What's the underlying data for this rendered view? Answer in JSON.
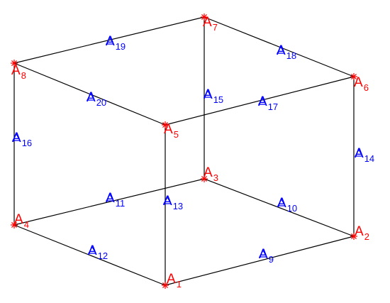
{
  "colors": {
    "edge": "#000000",
    "vertex": "#ff0000",
    "midpoint": "#0000ff"
  },
  "vertex_marker_icon": "asterisk-icon",
  "midpoint_marker_icon": "triangle-icon",
  "vertices": [
    {
      "letter": "A",
      "index": "1"
    },
    {
      "letter": "A",
      "index": "2"
    },
    {
      "letter": "A",
      "index": "3"
    },
    {
      "letter": "A",
      "index": "4"
    },
    {
      "letter": "A",
      "index": "5"
    },
    {
      "letter": "A",
      "index": "6"
    },
    {
      "letter": "A",
      "index": "7"
    },
    {
      "letter": "A",
      "index": "8"
    }
  ],
  "midpoints": [
    {
      "letter": "A",
      "index": "9"
    },
    {
      "letter": "A",
      "index": "10"
    },
    {
      "letter": "A",
      "index": "11"
    },
    {
      "letter": "A",
      "index": "12"
    },
    {
      "letter": "A",
      "index": "13"
    },
    {
      "letter": "A",
      "index": "14"
    },
    {
      "letter": "A",
      "index": "15"
    },
    {
      "letter": "A",
      "index": "16"
    },
    {
      "letter": "A",
      "index": "17"
    },
    {
      "letter": "A",
      "index": "18"
    },
    {
      "letter": "A",
      "index": "19"
    },
    {
      "letter": "A",
      "index": "20"
    }
  ]
}
